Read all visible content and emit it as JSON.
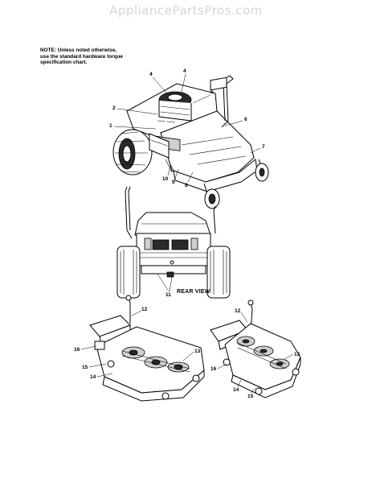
{
  "header": {
    "watermark": "AppliancePartsPros.com"
  },
  "note": {
    "line1": "NOTE: Unless noted otherwise,",
    "line2": "use the standard hardware torque",
    "line3": "specification chart."
  },
  "views": {
    "rear_view_label": "REAR VIEW"
  },
  "callouts": {
    "main": [
      "1",
      "2",
      "4",
      "4",
      "5",
      "6",
      "7",
      "8",
      "9",
      "10"
    ],
    "rear": [
      "11"
    ],
    "deck_left": [
      "12",
      "13",
      "14",
      "15",
      "16"
    ],
    "deck_right": [
      "12",
      "13",
      "14",
      "15",
      "16"
    ]
  }
}
